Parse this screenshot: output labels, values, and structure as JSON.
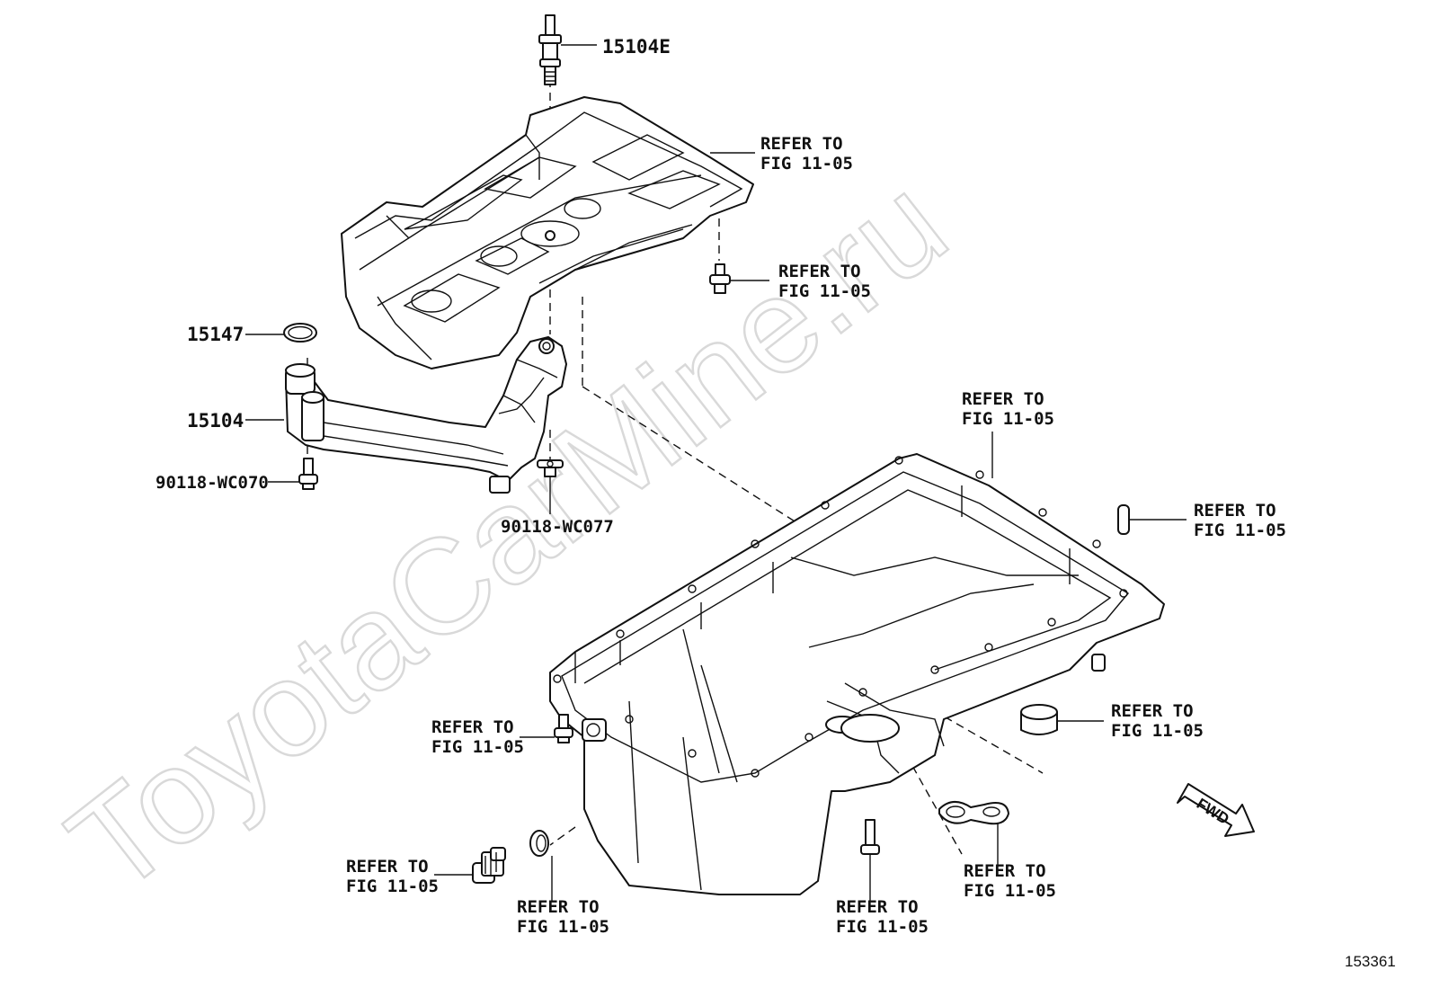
{
  "watermark": "ToyotaCarMine.ru",
  "figure_number": "153361",
  "fwd_label": "FWD",
  "callouts": {
    "p15104E": "15104E",
    "p15147": "15147",
    "p15104": "15104",
    "p90118_wc070": "90118-WC070",
    "p90118_wc077": "90118-WC077",
    "ref1": [
      "REFER TO",
      "FIG 11-05"
    ],
    "ref2": [
      "REFER TO",
      "FIG 11-05"
    ],
    "ref3": [
      "REFER TO",
      "FIG 11-05"
    ],
    "ref4": [
      "REFER TO",
      "FIG 11-05"
    ],
    "ref5": [
      "REFER TO",
      "FIG 11-05"
    ],
    "ref6": [
      "REFER TO",
      "FIG 11-05"
    ],
    "ref7": [
      "REFER TO",
      "FIG 11-05"
    ],
    "ref8": [
      "REFER TO",
      "FIG 11-05"
    ],
    "ref9": [
      "REFER TO",
      "FIG 11-05"
    ],
    "ref10": [
      "REFER TO",
      "FIG 11-05"
    ]
  }
}
